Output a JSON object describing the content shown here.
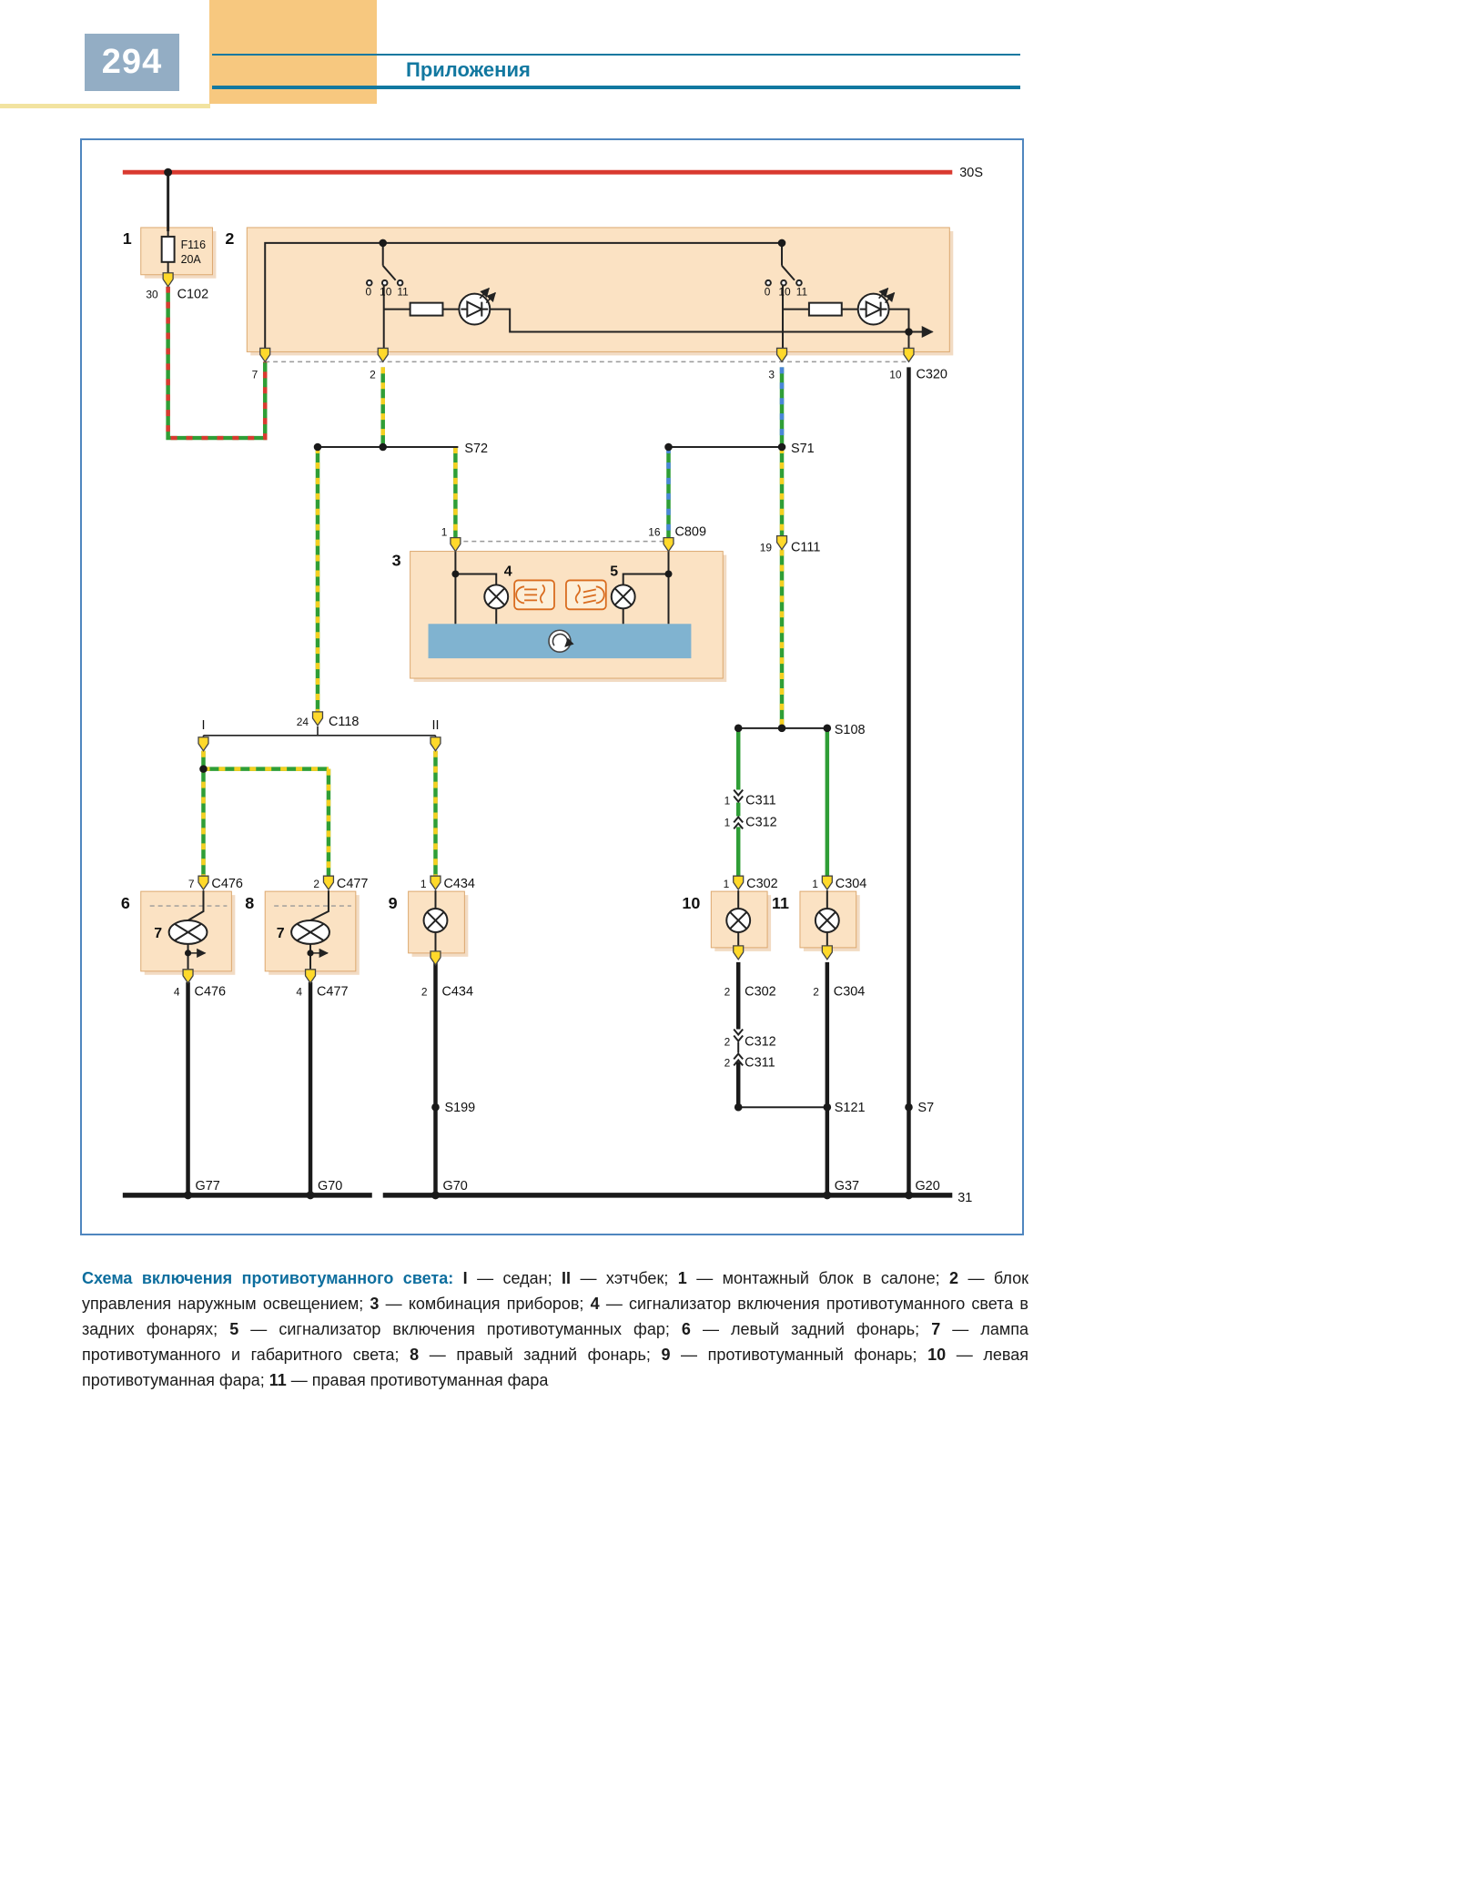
{
  "page": {
    "number": "294",
    "section_title": "Приложения"
  },
  "colors": {
    "teal": "#1278a0",
    "page_box": "#93adc4",
    "orange_block": "#f7c87f",
    "yellow_strip": "#f2e3a0",
    "border_blue": "#4f86bf",
    "box_fill": "#fbe2c3",
    "box_shadow": "#e7bd92",
    "panel_blue": "#80b3d0",
    "wire_red": "#d93a30",
    "wire_green": "#2f9e36",
    "wire_yellow": "#f5d020",
    "wire_blue": "#4a86d8",
    "pin_fill": "#ffd92b",
    "icon_orange": "#d96c1f"
  },
  "diagram": {
    "labels": {
      "bus_top": "30S",
      "comp1_num": "1",
      "fuse_name": "F116",
      "fuse_amp": "20A",
      "c102_pin": "30",
      "c102": "C102",
      "comp2_num": "2",
      "sw1_0": "0",
      "sw1_10": "10",
      "sw1_11": "11",
      "sw2_0": "0",
      "sw2_10": "10",
      "sw2_11": "11",
      "c320_p7": "7",
      "c320_p2": "2",
      "c320_p3": "3",
      "c320_p10": "10",
      "c320": "C320",
      "s72": "S72",
      "s71": "S71",
      "c809_p1": "1",
      "c809_p16": "16",
      "c809": "C809",
      "c111_p19": "19",
      "c111": "C111",
      "comp3_num": "3",
      "comp4_num": "4",
      "comp5_num": "5",
      "c118_p24": "24",
      "c118": "C118",
      "variant_i": "I",
      "variant_ii": "II",
      "s108": "S108",
      "c311t_p": "1",
      "c311t": "C311",
      "c312t_p": "1",
      "c312t": "C312",
      "c476t_p": "7",
      "c476t": "C476",
      "c477t_p": "2",
      "c477t": "C477",
      "c434t_p": "1",
      "c434t": "C434",
      "c302t_p": "1",
      "c302t": "C302",
      "c304t_p": "1",
      "c304t": "C304",
      "comp6_num": "6",
      "comp8_num": "8",
      "comp9_num": "9",
      "comp10_num": "10",
      "comp11_num": "11",
      "lamp7_left": "7",
      "lamp7_right": "7",
      "c476b_p": "4",
      "c476b": "C476",
      "c477b_p": "4",
      "c477b": "C477",
      "c434b_p": "2",
      "c434b": "C434",
      "c302b_p": "2",
      "c302b": "C302",
      "c304b_p": "2",
      "c304b": "C304",
      "c312b_p": "2",
      "c312b": "C312",
      "c311b_p": "2",
      "c311b": "C311",
      "s199": "S199",
      "s121": "S121",
      "s7": "S7",
      "g77": "G77",
      "g70_1": "G70",
      "g70_2": "G70",
      "g37": "G37",
      "g20": "G20",
      "bus_bottom": "31"
    }
  },
  "caption": {
    "segments": [
      {
        "t": "Схема включения противотуманного света: ",
        "b": true,
        "c": "#0d6e9e"
      },
      {
        "t": "I",
        "b": true
      },
      {
        "t": " — седан; ",
        "b": false
      },
      {
        "t": "II",
        "b": true
      },
      {
        "t": " — хэтчбек; ",
        "b": false
      },
      {
        "t": "1",
        "b": true
      },
      {
        "t": " — монтажный блок в салоне; ",
        "b": false
      },
      {
        "t": "2",
        "b": true
      },
      {
        "t": " — блок управления наружным освещением; ",
        "b": false
      },
      {
        "t": "3",
        "b": true
      },
      {
        "t": " — комбинация приборов; ",
        "b": false
      },
      {
        "t": "4",
        "b": true
      },
      {
        "t": " — сигнализатор включения противотуманного света в задних фонарях; ",
        "b": false
      },
      {
        "t": "5",
        "b": true
      },
      {
        "t": " — сигнализатор включения противотуманных фар; ",
        "b": false
      },
      {
        "t": "6",
        "b": true
      },
      {
        "t": " — левый задний фонарь; ",
        "b": false
      },
      {
        "t": "7",
        "b": true
      },
      {
        "t": " — лампа противотуманного и габаритного света; ",
        "b": false
      },
      {
        "t": "8",
        "b": true
      },
      {
        "t": " — правый задний фонарь; ",
        "b": false
      },
      {
        "t": "9",
        "b": true
      },
      {
        "t": " — противотуманный фонарь; ",
        "b": false
      },
      {
        "t": "10",
        "b": true
      },
      {
        "t": " — левая противотуманная фара; ",
        "b": false
      },
      {
        "t": "11",
        "b": true
      },
      {
        "t": " — правая противотуманная фара",
        "b": false
      }
    ]
  }
}
